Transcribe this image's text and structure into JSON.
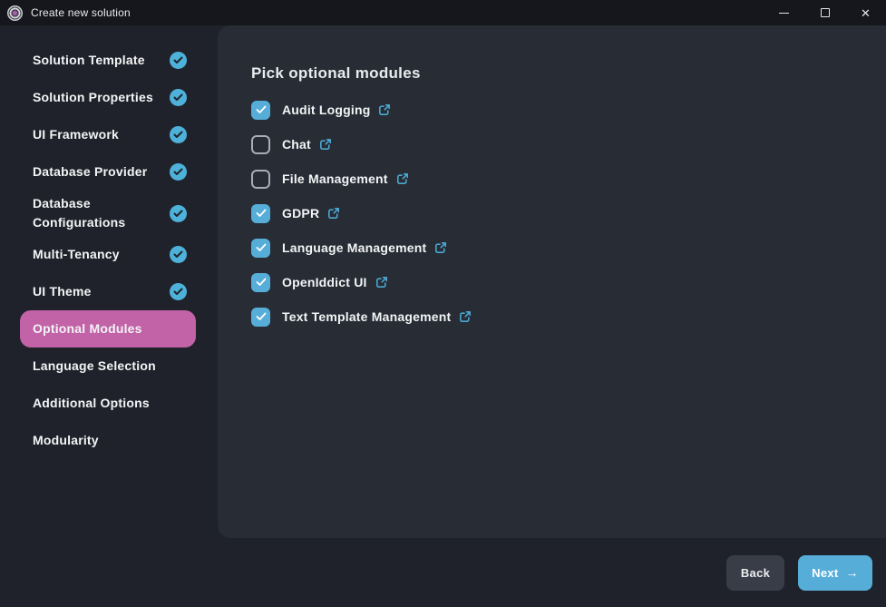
{
  "window": {
    "title": "Create new solution"
  },
  "icons": {
    "close": "✕",
    "next_arrow": "→",
    "check": "✓",
    "external_link": "↗"
  },
  "colors": {
    "titlebar_bg": "#15171c",
    "app_bg": "#1f222a",
    "panel_bg": "#272c35",
    "accent_pink": "#c262a7",
    "accent_blue": "#56aed8",
    "circle_blue": "#4db1d9"
  },
  "sidebar": {
    "items": [
      {
        "label": "Solution Template",
        "completed": true,
        "active": false
      },
      {
        "label": "Solution Properties",
        "completed": true,
        "active": false
      },
      {
        "label": "UI Framework",
        "completed": true,
        "active": false
      },
      {
        "label": "Database Provider",
        "completed": true,
        "active": false
      },
      {
        "label": "Database Configurations",
        "completed": true,
        "active": false
      },
      {
        "label": "Multi-Tenancy",
        "completed": true,
        "active": false
      },
      {
        "label": "UI Theme",
        "completed": true,
        "active": false
      },
      {
        "label": "Optional Modules",
        "completed": false,
        "active": true
      },
      {
        "label": "Language Selection",
        "completed": false,
        "active": false
      },
      {
        "label": "Additional Options",
        "completed": false,
        "active": false
      },
      {
        "label": "Modularity",
        "completed": false,
        "active": false
      }
    ]
  },
  "main": {
    "heading": "Pick optional modules",
    "modules": [
      {
        "label": "Audit Logging",
        "checked": true
      },
      {
        "label": "Chat",
        "checked": false
      },
      {
        "label": "File Management",
        "checked": false
      },
      {
        "label": "GDPR",
        "checked": true
      },
      {
        "label": "Language Management",
        "checked": true
      },
      {
        "label": "OpenIddict UI",
        "checked": true
      },
      {
        "label": "Text Template Management",
        "checked": true
      }
    ]
  },
  "footer": {
    "back_label": "Back",
    "next_label": "Next",
    "next_arrow": "→"
  }
}
